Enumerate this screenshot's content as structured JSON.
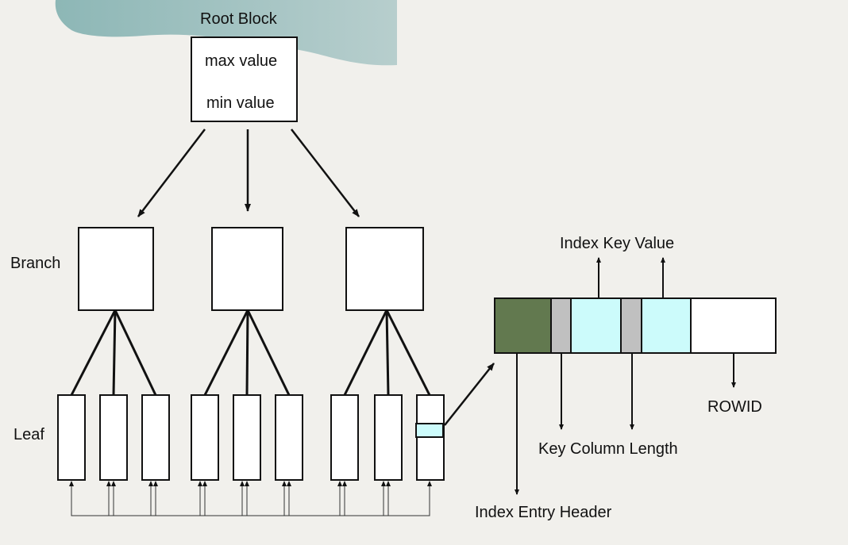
{
  "root_block": {
    "title": "Root Block",
    "entries": [
      "max value",
      "min value"
    ]
  },
  "levels": {
    "branch_label": "Branch",
    "leaf_label": "Leaf"
  },
  "index_entry": {
    "key_value_label": "Index Key Value",
    "key_length_label": "Key Column Length",
    "header_label": "Index Entry Header",
    "rowid_label": "ROWID"
  },
  "colors": {
    "header_segment": "#62794f",
    "length_segment": "#c0c0c0",
    "key_segment": "#ccfbfb",
    "teal_wash": "#9cc0be"
  }
}
